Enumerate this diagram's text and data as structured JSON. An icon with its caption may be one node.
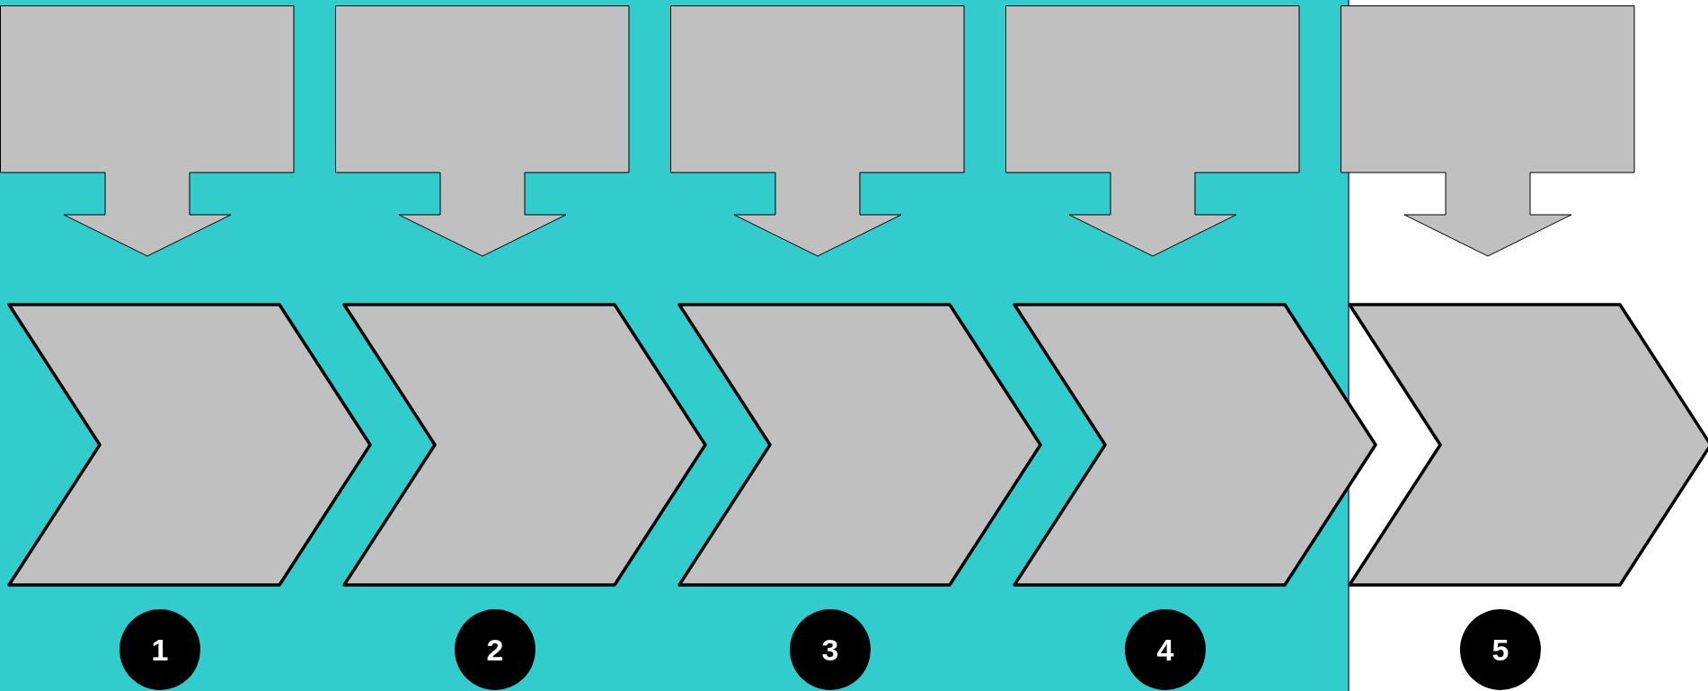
{
  "diagram": {
    "nodes": [
      {
        "text": [],
        "shape": "callout"
      },
      {
        "text": [],
        "shape": "callout"
      },
      {
        "text": [],
        "shape": "callout"
      },
      {
        "text": [],
        "shape": "callout"
      },
      {
        "text": [],
        "shape": "callout"
      },
      {
        "text": [],
        "shape": "chevron"
      },
      {
        "text": [],
        "shape": "chevron"
      },
      {
        "text": [],
        "shape": "chevron"
      },
      {
        "text": [],
        "shape": "chevron"
      },
      {
        "text": [],
        "shape": "chevron"
      },
      {
        "text": [
          "1"
        ]
      },
      {
        "text": [
          "2"
        ]
      },
      {
        "text": [
          "3"
        ]
      },
      {
        "text": [
          "4"
        ]
      },
      {
        "text": [
          "5"
        ]
      }
    ]
  }
}
